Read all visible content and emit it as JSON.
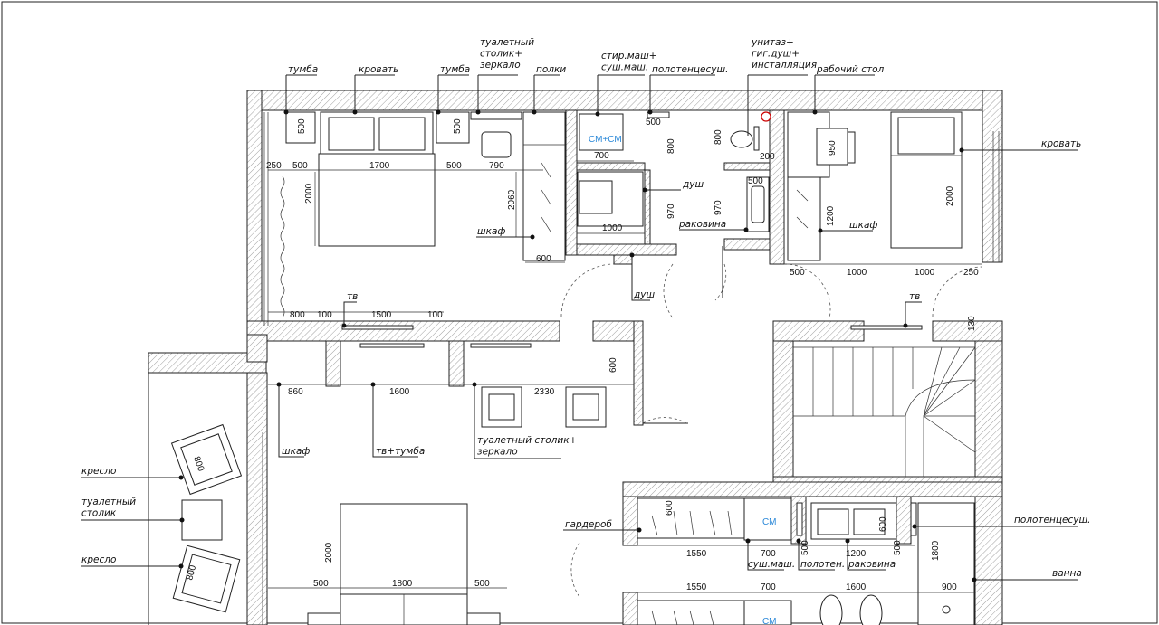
{
  "labels": {
    "tumba_left": "тумба",
    "bed_left": "кровать",
    "tumba_right": "тумба",
    "vanity": "туалетный\nстолик+\nзеркало",
    "shelves": "полки",
    "washer": "стир.маш+\nсуш.маш.",
    "towel_top": "полотенцесуш.",
    "toilet_top": "унитаз+\nгиг.душ+\nинсталляция",
    "desk": "рабочий стол",
    "bed_right": "кровать",
    "shower1": "душ",
    "sink1": "раковина",
    "wardrobe_top": "шкаф",
    "wardrobe_right": "шкаф",
    "shower2": "душ",
    "tv1": "тв",
    "tv2": "тв",
    "wardrobe_mid": "шкаф",
    "tv_stand": "тв+тумба",
    "vanity2": "туалетный столик+\nзеркало",
    "armchair1": "кресло",
    "vanity_small": "туалетный\nстолик",
    "armchair2": "кресло",
    "garderob": "гардероб",
    "dryer": "суш.маш.",
    "towel_bottom": "полотен.",
    "sink2": "раковина",
    "towel_right": "полотенцесуш.",
    "bath": "ванна",
    "cm_cm": "СМ+СМ",
    "cm1": "СМ",
    "cm2": "СМ"
  },
  "dims": {
    "d500a": "500",
    "d250": "250",
    "d500b": "500",
    "d1700": "1700",
    "d500c": "500",
    "d790": "790",
    "d500d": "500",
    "d2000a": "2000",
    "d2060": "2060",
    "d600a": "600",
    "d500e": "500",
    "d700a": "700",
    "d800a": "800",
    "d800b": "800",
    "d200": "200",
    "d500f": "500",
    "d1000a": "1000",
    "d970a": "970",
    "d970b": "970",
    "d950": "950",
    "d1200a": "1200",
    "d2000b": "2000",
    "d500g": "500",
    "d1000b": "1000",
    "d1000c": "1000",
    "d250b": "250",
    "d800c": "800",
    "d100a": "100",
    "d1500": "1500",
    "d100b": "100",
    "d130": "130",
    "d860": "860",
    "d1600a": "1600",
    "d2330": "2330",
    "d600b": "600",
    "d800d": "800",
    "d800e": "800",
    "d2000c": "2000",
    "d500h": "500",
    "d1800a": "1800",
    "d500i": "500",
    "d600c": "600",
    "d1550a": "1550",
    "d700b": "700",
    "d500j": "500",
    "d1200b": "1200",
    "d600d": "600",
    "d500k": "500",
    "d1800b": "1800",
    "d1550b": "1550",
    "d700c": "700",
    "d1600b": "1600",
    "d900": "900"
  }
}
